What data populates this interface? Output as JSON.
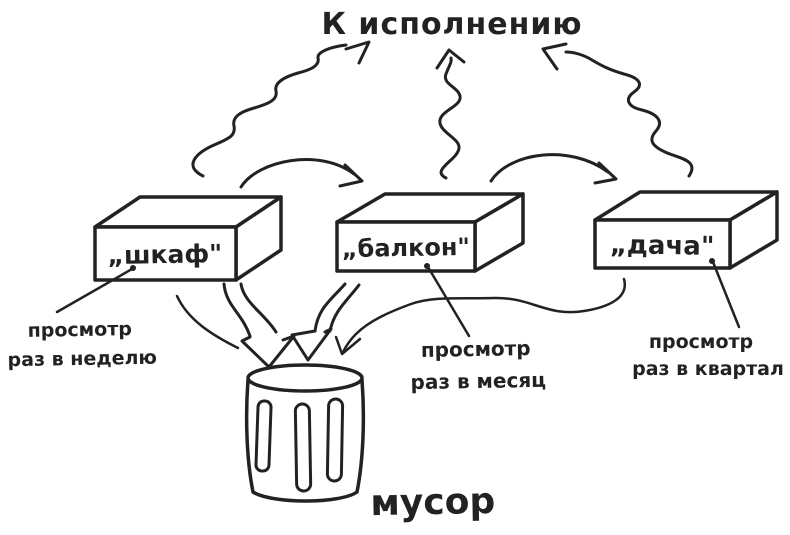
{
  "diagram": {
    "title": "К исполнению",
    "background_color": "#ffffff",
    "ink_color": "#222222",
    "boxes": [
      {
        "label": "„шкаф\"",
        "note_line1": "просмотр",
        "note_line2": "раз в неделю"
      },
      {
        "label": "„балкон\"",
        "note_line1": "просмотр",
        "note_line2": "раз в месяц"
      },
      {
        "label": "„дача\"",
        "note_line1": "просмотр",
        "note_line2": "раз в квартал"
      }
    ],
    "trash": {
      "label": "мусор"
    }
  }
}
